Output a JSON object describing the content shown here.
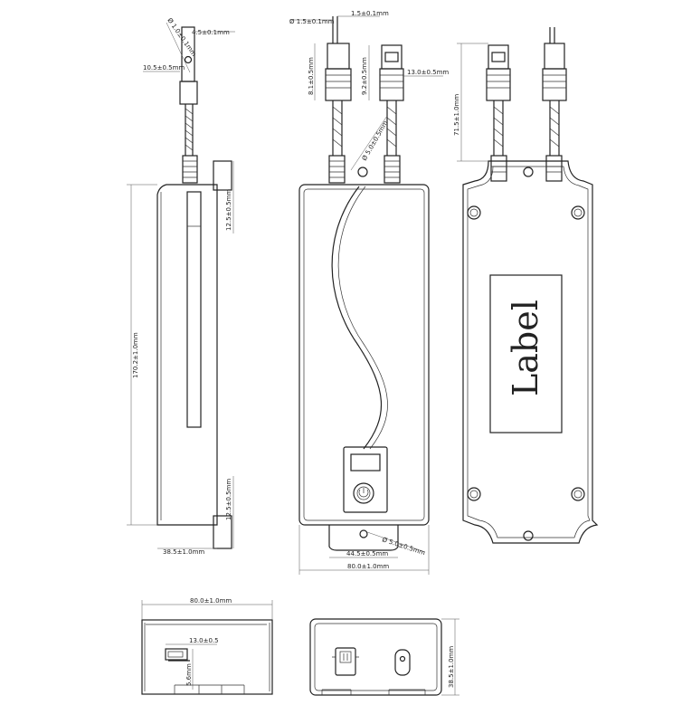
{
  "dimensions": {
    "top_dia_small": "Ø 1.0±0.1mm",
    "top_width_small": "4.5±0.1mm",
    "plug_width_a": "10.5±0.5mm",
    "pin_dia": "Ø 1.5±0.1mm",
    "pin_spacing": "1.5±0.1mm",
    "plug_len_a": "8.1±0.5mm",
    "plug_len_b": "9.2±0.5mm",
    "plug_width_b": "13.0±0.5mm",
    "cable_dia": "Ø 5.0±0.5mm",
    "cable_len": "71.5±1.0mm",
    "side_top_offset": "12.5±0.5mm",
    "body_length": "170.2±1.0mm",
    "side_bottom_offset": "12.5±0.5mm",
    "side_thickness": "38.5±1.0mm",
    "hole_dia": "Ø 5.0±0.5mm",
    "tab_width": "44.5±0.5mm",
    "body_width": "80.0±1.0mm",
    "end_width": "80.0±1.0mm",
    "port_width": "13.0±0.5",
    "port_height": "5.6mm",
    "end_height": "38.5±1.0mm"
  },
  "label": {
    "text": "Label"
  }
}
